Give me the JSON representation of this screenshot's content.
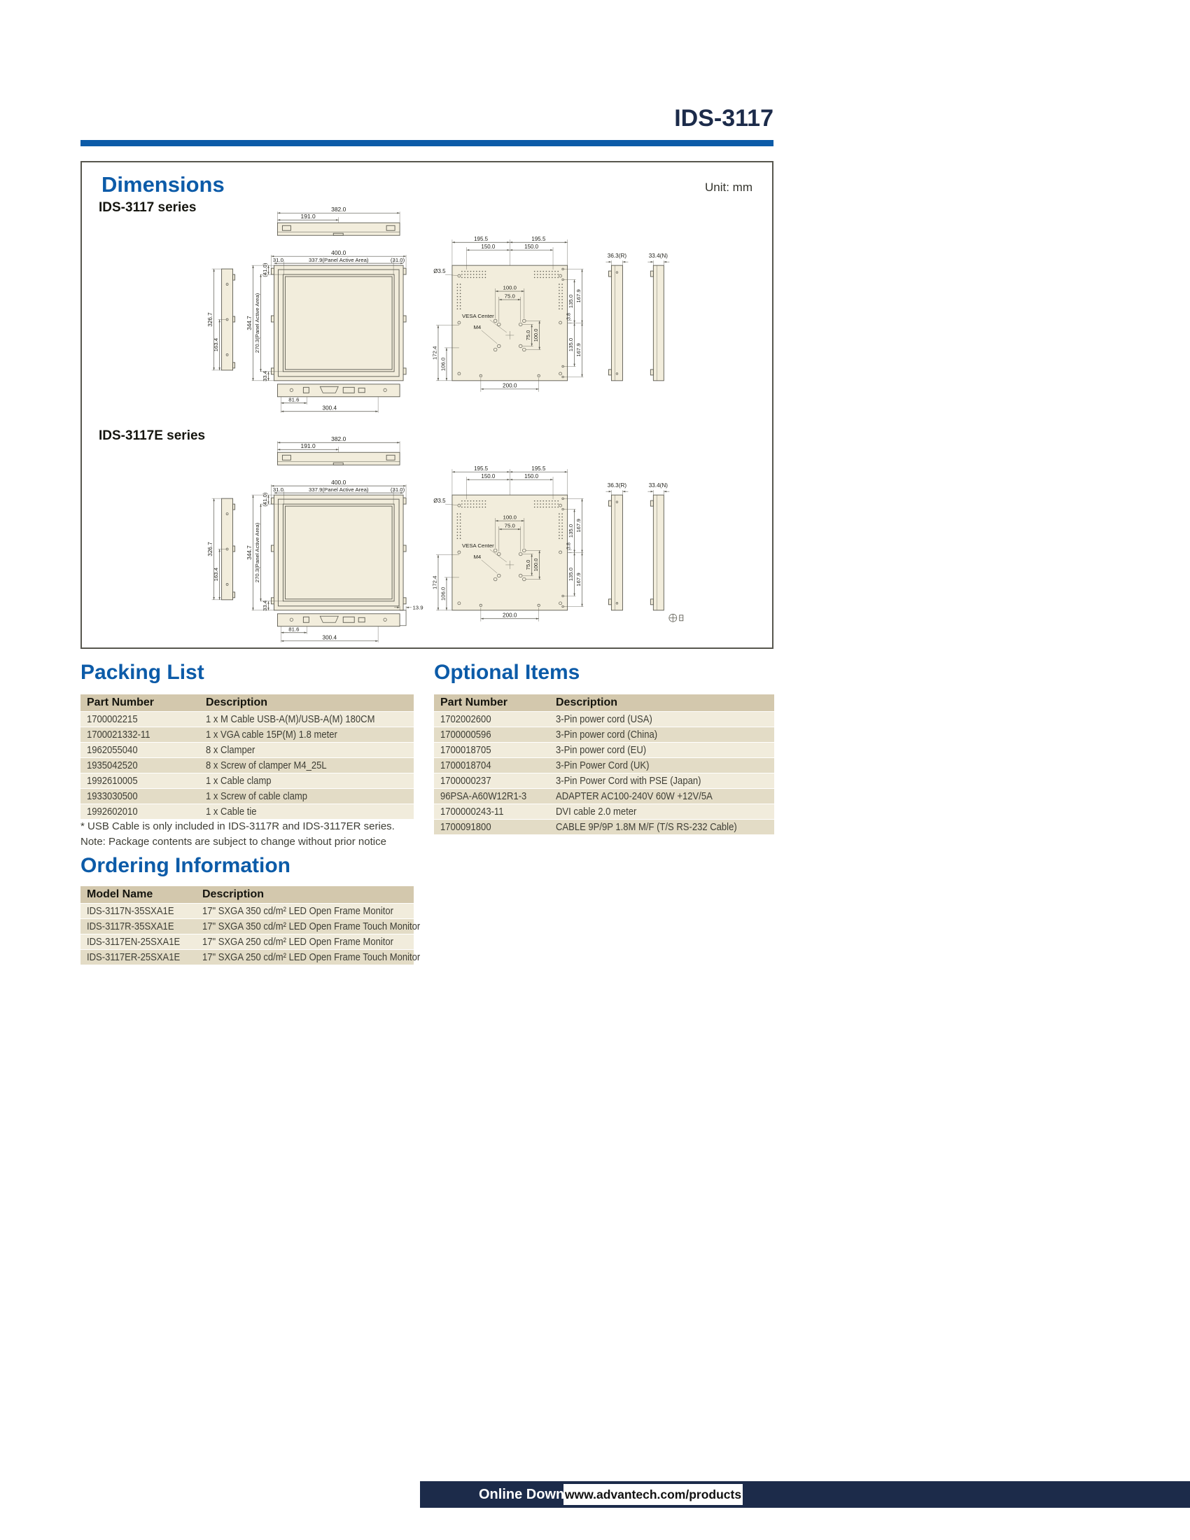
{
  "page": {
    "title": "IDS-3117",
    "unit": "Unit: mm"
  },
  "dimensions": {
    "heading": "Dimensions",
    "series1": "IDS-3117 series",
    "series2": "IDS-3117E series",
    "labels": {
      "top_width": "382.0",
      "top_center": "191.0",
      "front_width": "400.0",
      "front_left_bezel": "31.0",
      "front_panel_w": "337.9(Panel Active Area)",
      "front_right_bezel": "(31.0)",
      "front_top_bezel": "(41.0)",
      "front_height": "344.7",
      "front_panel_h": "270.3(Panel Active Area)",
      "front_bottom_bezel": "33.4",
      "side_height": "326.7",
      "side_half": "163.4",
      "bottom_left": "81.6",
      "bottom_width": "300.4",
      "back_half_l": "195.5",
      "back_half_r": "195.5",
      "back_vent_l": "150.0",
      "back_vent_r": "150.0",
      "hole_dia": "Ø3.5",
      "vesa_w100": "100.0",
      "vesa_w75": "75.0",
      "vesa_center": "VESA Center",
      "vesa_screw": "M4",
      "vesa_h75": "75.0",
      "vesa_h100": "100.0",
      "back_offset": "3.8",
      "back_r135_top": "135.0",
      "back_r167_top": "167.9",
      "back_r135_bot": "135.0",
      "back_r167_bot": "167.9",
      "back_l106": "106.0",
      "back_l172": "172.4",
      "back_bottom": "200.0",
      "side_r": "36.3(R)",
      "side_n": "33.4(N)",
      "e_extra": "13.9"
    }
  },
  "packing_list": {
    "heading": "Packing List",
    "col1": "Part Number",
    "col2": "Description",
    "rows": [
      [
        "1700002215",
        "1 x M Cable USB-A(M)/USB-A(M) 180CM"
      ],
      [
        "1700021332-11",
        "1 x VGA cable 15P(M) 1.8 meter"
      ],
      [
        "1962055040",
        "8 x Clamper"
      ],
      [
        "1935042520",
        "8 x Screw of clamper M4_25L"
      ],
      [
        "1992610005",
        "1 x Cable clamp"
      ],
      [
        "1933030500",
        "1 x Screw of cable clamp"
      ],
      [
        "1992602010",
        "1 x Cable tie"
      ]
    ],
    "footnote1": "* USB Cable is only included in IDS-3117R and IDS-3117ER series.",
    "footnote2": "Note: Package contents are subject to change without prior notice"
  },
  "optional_items": {
    "heading": "Optional Items",
    "col1": "Part Number",
    "col2": "Description",
    "rows": [
      [
        "1702002600",
        "3-Pin power cord (USA)"
      ],
      [
        "1700000596",
        "3-Pin power cord (China)"
      ],
      [
        "1700018705",
        "3-Pin power cord (EU)"
      ],
      [
        "1700018704",
        "3-Pin Power Cord (UK)"
      ],
      [
        "1700000237",
        "3-Pin Power Cord with PSE (Japan)"
      ],
      [
        "96PSA-A60W12R1-3",
        "ADAPTER AC100-240V 60W +12V/5A"
      ],
      [
        "1700000243-11",
        "DVI cable 2.0 meter"
      ],
      [
        "1700091800",
        "CABLE 9P/9P 1.8M M/F (T/S RS-232 Cable)"
      ]
    ]
  },
  "ordering": {
    "heading": "Ordering Information",
    "col1": "Model Name",
    "col2": "Description",
    "rows": [
      [
        "IDS-3117N-35SXA1E",
        "17\" SXGA 350 cd/m² LED Open Frame Monitor"
      ],
      [
        "IDS-3117R-35SXA1E",
        "17\" SXGA 350 cd/m² LED Open Frame Touch Monitor"
      ],
      [
        "IDS-3117EN-25SXA1E",
        "17\" SXGA 250 cd/m² LED Open Frame Monitor"
      ],
      [
        "IDS-3117ER-25SXA1E",
        "17\" SXGA 250 cd/m² LED Open Frame Touch Monitor"
      ]
    ]
  },
  "footer": {
    "download": "Online Download",
    "url": "www.advantech.com/products"
  }
}
